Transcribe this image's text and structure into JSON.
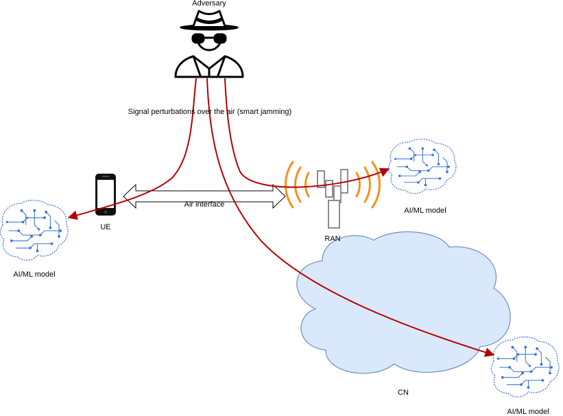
{
  "labels": {
    "adversary": "Adversary",
    "perturbation": "Signal perturbations over the air (smart jamming)",
    "ue": "UE",
    "air_interface": "Air interface",
    "ran": "RAN",
    "cn": "CN",
    "aiml_left": "AI/ML model",
    "aiml_ran": "AI/ML model",
    "aiml_cn": "AI/ML model"
  },
  "colors": {
    "attack_arrow": "#b40000",
    "cloud_fill": "#dae8fc",
    "cloud_stroke": "#6c8ebf",
    "brain": "#3a72d4",
    "radio_wave": "#f5901e",
    "tower": "#8c8c8c"
  },
  "icons": [
    "adversary-spy-icon",
    "smartphone-icon",
    "cell-tower-icon",
    "radio-wave-icon",
    "brain-circuit-icon",
    "cloud-shape"
  ]
}
